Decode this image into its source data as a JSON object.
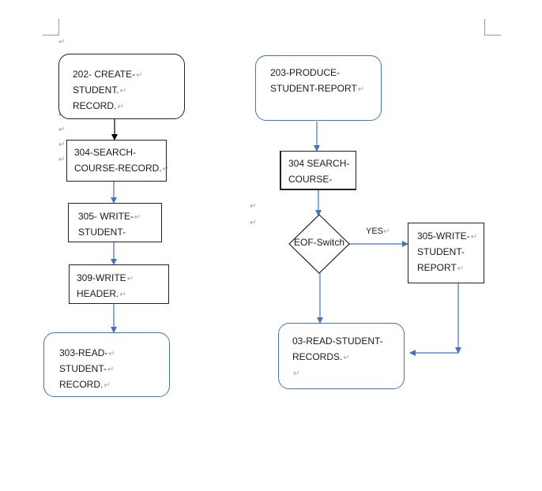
{
  "nodes": {
    "create_student_record": {
      "lines": [
        "202- CREATE-",
        "STUDENT.",
        "RECORD."
      ]
    },
    "search_course_record": {
      "lines": [
        "304-SEARCH-",
        "COURSE-RECORD."
      ]
    },
    "write_student": {
      "lines": [
        "305- WRITE-",
        "STUDENT-"
      ]
    },
    "write_header": {
      "lines": [
        "309-WRITE",
        "HEADER."
      ]
    },
    "read_student_record": {
      "lines": [
        "303-READ-",
        "STUDENT-",
        "RECORD."
      ]
    },
    "produce_student_report": {
      "lines": [
        "203-PRODUCE-",
        "STUDENT-REPORT"
      ]
    },
    "search_course": {
      "lines": [
        "304  SEARCH-",
        "COURSE-"
      ]
    },
    "eof_switch": {
      "label": "EOF-Switch"
    },
    "write_student_report": {
      "lines": [
        "305-WRITE-",
        "STUDENT-",
        "REPORT"
      ]
    },
    "read_student_records": {
      "lines": [
        "03-READ-STUDENT-",
        "RECORDS.",
        ""
      ]
    }
  },
  "edges": {
    "yes_label": "YES"
  },
  "colors": {
    "connector_blue": "#4472c4",
    "connector_black": "#000000",
    "box_border": "#222222",
    "paragraph_mark": "#9a9a9a"
  }
}
